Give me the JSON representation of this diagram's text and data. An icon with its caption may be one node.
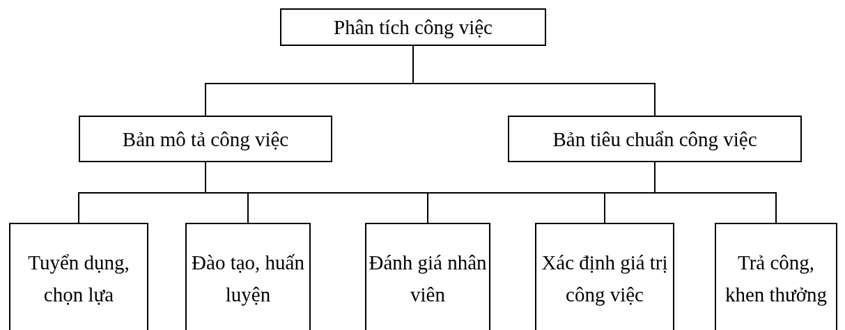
{
  "diagram": {
    "nodes": [
      {
        "text": [
          "Phân tích công việc"
        ]
      },
      {
        "text": [
          "Bản mô tả công việc"
        ]
      },
      {
        "text": [
          "Bản tiêu chuẩn công việc"
        ]
      },
      {
        "text": [
          "Tuyển dụng, chọn lựa"
        ]
      },
      {
        "text": [
          "Đào tạo, huấn luyện"
        ]
      },
      {
        "text": [
          "Đánh giá nhân viên"
        ]
      },
      {
        "text": [
          "Xác định giá trị công việc"
        ]
      },
      {
        "text": [
          "Trả công, khen thưởng"
        ]
      }
    ],
    "edges": [
      {
        "from": 0,
        "to": 1,
        "arrow": "none"
      },
      {
        "from": 0,
        "to": 2,
        "arrow": "none"
      },
      {
        "from": 1,
        "to": 3,
        "arrow": "none"
      },
      {
        "from": 1,
        "to": 4,
        "arrow": "none"
      },
      {
        "from": 1,
        "to": 5,
        "arrow": "none"
      },
      {
        "from": 1,
        "to": 6,
        "arrow": "none"
      },
      {
        "from": 1,
        "to": 7,
        "arrow": "none"
      },
      {
        "from": 2,
        "to": 3,
        "arrow": "none"
      },
      {
        "from": 2,
        "to": 4,
        "arrow": "none"
      },
      {
        "from": 2,
        "to": 5,
        "arrow": "none"
      },
      {
        "from": 2,
        "to": 6,
        "arrow": "none"
      },
      {
        "from": 2,
        "to": 7,
        "arrow": "none"
      }
    ]
  }
}
